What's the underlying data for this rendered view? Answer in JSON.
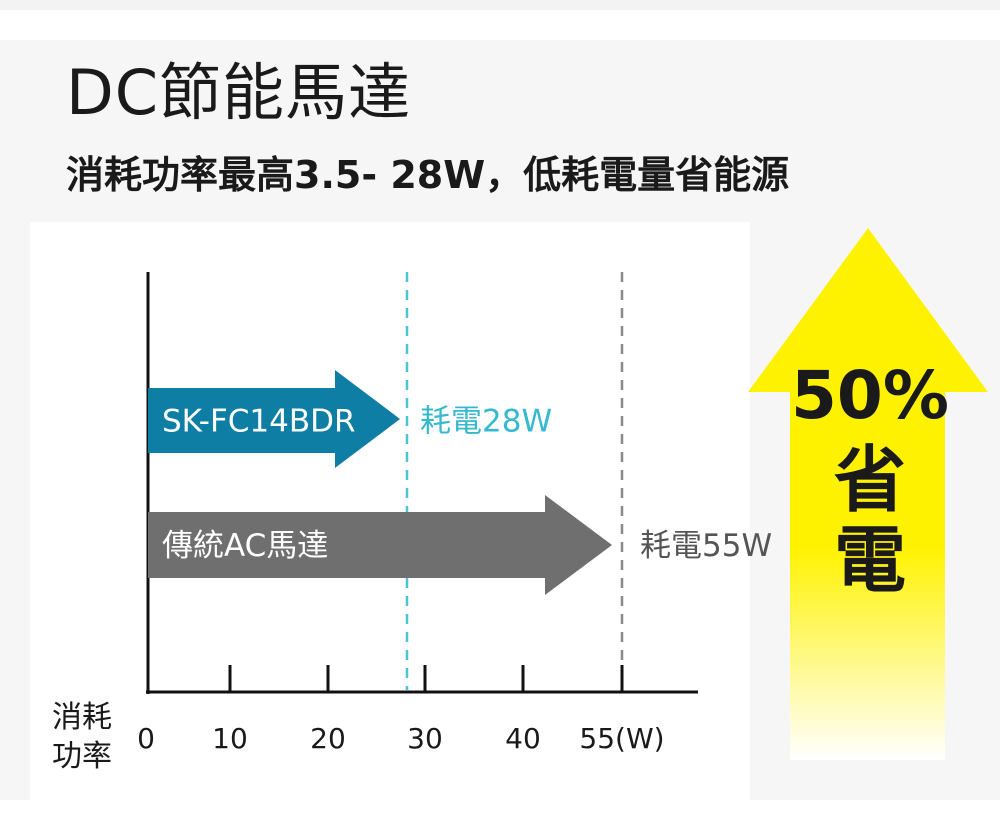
{
  "header": {
    "title": "DC節能馬達",
    "subtitle": "消耗功率最高3.5- 28W，低耗電量省能源"
  },
  "chart_data": {
    "type": "bar",
    "orientation": "horizontal",
    "categories": [
      "SK-FC14BDR",
      "傳統AC馬達"
    ],
    "values": [
      28,
      55
    ],
    "data_labels": [
      "耗電28W",
      "耗電55W"
    ],
    "ylabel": "消耗\n功率",
    "xticks": [
      "0",
      "10",
      "20",
      "30",
      "40",
      "55(W)"
    ],
    "colors": [
      "#0e7ea5",
      "#6f6f6f"
    ],
    "reference_line_colors": [
      "#4cc4d8",
      "#8a8a8a"
    ]
  },
  "badge": {
    "line1": "50%",
    "line2": "省",
    "line3": "電",
    "arrow_color": "#fff200"
  }
}
